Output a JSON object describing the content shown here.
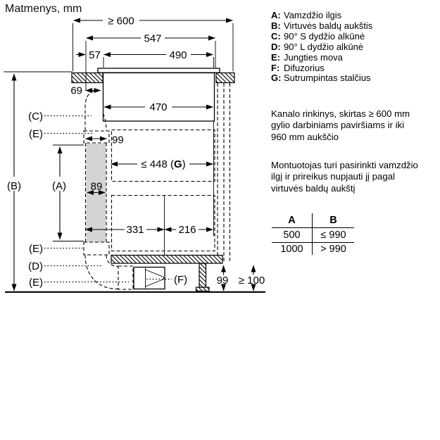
{
  "title": "Matmenys, mm",
  "legend": {
    "items": [
      {
        "key": "A:",
        "label": "Vamzdžio ilgis"
      },
      {
        "key": "B:",
        "label": "Virtuvės baldų aukštis"
      },
      {
        "key": "C:",
        "label": "90° S dydžio alkūnė"
      },
      {
        "key": "D:",
        "label": "90° L dydžio alkūnė"
      },
      {
        "key": "E:",
        "label": "Jungties mova"
      },
      {
        "key": "F:",
        "label": "Difuzorius"
      },
      {
        "key": "G:",
        "label": "Sutrumpintas stalčius"
      }
    ]
  },
  "notes": {
    "note1": [
      "Kanalo rinkinys, skirtas ≥ 600 mm",
      "gylio darbiniams paviršiams ir iki",
      "960 mm aukščio"
    ],
    "note2": [
      "Montuotojas turi pasirinkti vamzdžio",
      "ilgį ir prireikus nupjauti jį pagal",
      "virtuvės baldų aukštį"
    ]
  },
  "table": {
    "headers": [
      "A",
      "B"
    ],
    "rows": [
      [
        "500",
        "≤ 990"
      ],
      [
        "1000",
        "> 990"
      ]
    ]
  },
  "diagram": {
    "dims": {
      "worktop_min_width": "≥ 600",
      "top_width": "547",
      "left_offset": "57",
      "cutout_width": "490",
      "hob_body_width": "470",
      "duct_offset": "69",
      "coupling_width": "99",
      "duct_width": "89",
      "drawer_pre": "≤ 448 (",
      "drawer_key": "G",
      "drawer_post": ")",
      "left_to_center": "331",
      "center_to_right": "216",
      "plinth_height": "99",
      "floor_clearance": "≥ 100"
    },
    "labels": {
      "a": "(A)",
      "b": "(B)",
      "c": "(C)",
      "d": "(D)",
      "e": "(E)",
      "f": "(F)"
    }
  },
  "colors": {
    "line": "#000000",
    "duct_fill": "#d4d4d4",
    "background": "#ffffff"
  }
}
